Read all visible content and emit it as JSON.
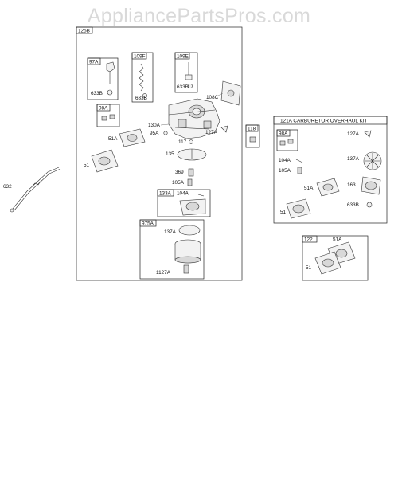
{
  "watermark": "AppliancePartsPros.com",
  "kits": {
    "main": "125B",
    "k97a": "97A",
    "k109f": "109F",
    "k109e": "109E",
    "k98a": "98A",
    "k133a": "133A",
    "k975a": "975A",
    "k118": "118",
    "k121a": "121A CARBURETOR OVERHAUL KIT",
    "k98a_ov": "98A",
    "k122": "122"
  },
  "parts": {
    "p633b_a": "633B",
    "p633b_b": "633B",
    "p633b_c": "633B",
    "p108c": "108C",
    "p130a": "130A",
    "p95a": "95A",
    "p127a": "127A",
    "p117": "117",
    "p51a": "51A",
    "p51": "51",
    "p135": "135",
    "p369": "369",
    "p105a": "105A",
    "p104a": "104A",
    "p137a": "137A",
    "p1127a": "1127A",
    "p632": "632",
    "ov_127a": "127A",
    "ov_104a": "104A",
    "ov_105a": "105A",
    "ov_137a": "137A",
    "ov_51a": "51A",
    "ov_163": "163",
    "ov_51": "51",
    "ov_633b": "633B",
    "k122_51a": "51A",
    "k122_51": "51"
  }
}
